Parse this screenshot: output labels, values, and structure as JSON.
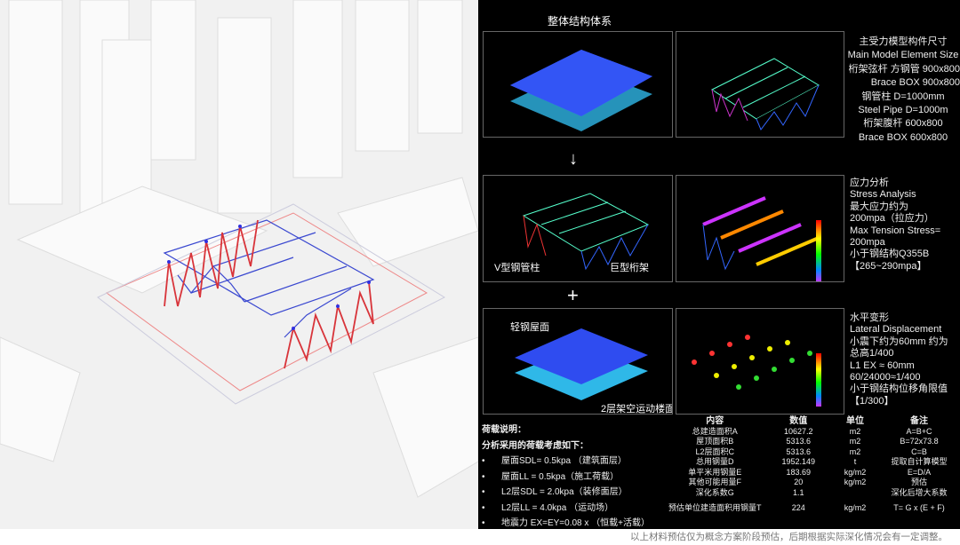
{
  "title": "整体结构体系",
  "arrow": "↓",
  "plus": "+",
  "labels": {
    "v_column": "V型钢管柱",
    "giant_truss": "巨型桁架",
    "light_roof": "轻钢屋面",
    "l2_floor": "2层架空运动楼面"
  },
  "element_size": [
    "主受力模型构件尺寸",
    "Main Model Element Size",
    "桁架弦杆 方钢管 900x800",
    "Brace BOX 900x800",
    "钢管柱 D=1000mm",
    "Steel Pipe D=1000m",
    "桁架腹杆 600x800",
    "Brace BOX 600x800"
  ],
  "stress": [
    "应力分析",
    "Stress Analysis",
    "最大应力约为",
    "200mpa（拉应力）",
    "Max Tension Stress=",
    "200mpa",
    "小于钢结构Q355B",
    "【265~290mpa】"
  ],
  "displacement": [
    "水平变形",
    "Lateral Displacement",
    "小震下约为60mm 约为",
    "总高1/400",
    "L1 EX ≈ 60mm",
    "60/24000≈1/400",
    "小于钢结构位移角限值",
    "【1/300】"
  ],
  "loads": {
    "title": "荷载说明：",
    "subtitle": "分析采用的荷载考虑如下：",
    "bullet": "•",
    "items": [
      "屋面SDL= 0.5kpa （建筑面层）",
      "屋面LL = 0.5kpa（施工荷载）",
      "L2层SDL = 2.0kpa（装修面层）",
      "L2层LL  = 4.0kpa （运动场）",
      "地震力 EX=EY=0.08 x （恒载+活载）"
    ]
  },
  "table": {
    "headers": [
      "内容",
      "数值",
      "单位",
      "备注"
    ],
    "rows": [
      [
        "总建造面积A",
        "10627.2",
        "m2",
        "A=B+C"
      ],
      [
        "屋顶面积B",
        "5313.6",
        "m2",
        "B=72x73.8"
      ],
      [
        "L2层面积C",
        "5313.6",
        "m2",
        "C=B"
      ],
      [
        "总用钢量D",
        "1952.149",
        "t",
        "提取自计算模型"
      ],
      [
        "单平米用钢量E",
        "183.69",
        "kg/m2",
        "E=D/A"
      ],
      [
        "其他可能用量F",
        "20",
        "kg/m2",
        "预估"
      ],
      [
        "深化系数G",
        "1.1",
        "",
        "深化后增大系数"
      ],
      [
        "预估单位建造面积用钢量T",
        "224",
        "kg/m2",
        "T= G x (E + F)"
      ]
    ]
  },
  "caption": "以上材料预估仅为概念方案阶段预估，后期根据实际深化情况会有一定调整。",
  "colors": {
    "truss_red": "#d8343a",
    "truss_blue": "#3a48d0",
    "roof_blue": "#2f4cf0",
    "floor_cyan": "#2fb8e8"
  }
}
